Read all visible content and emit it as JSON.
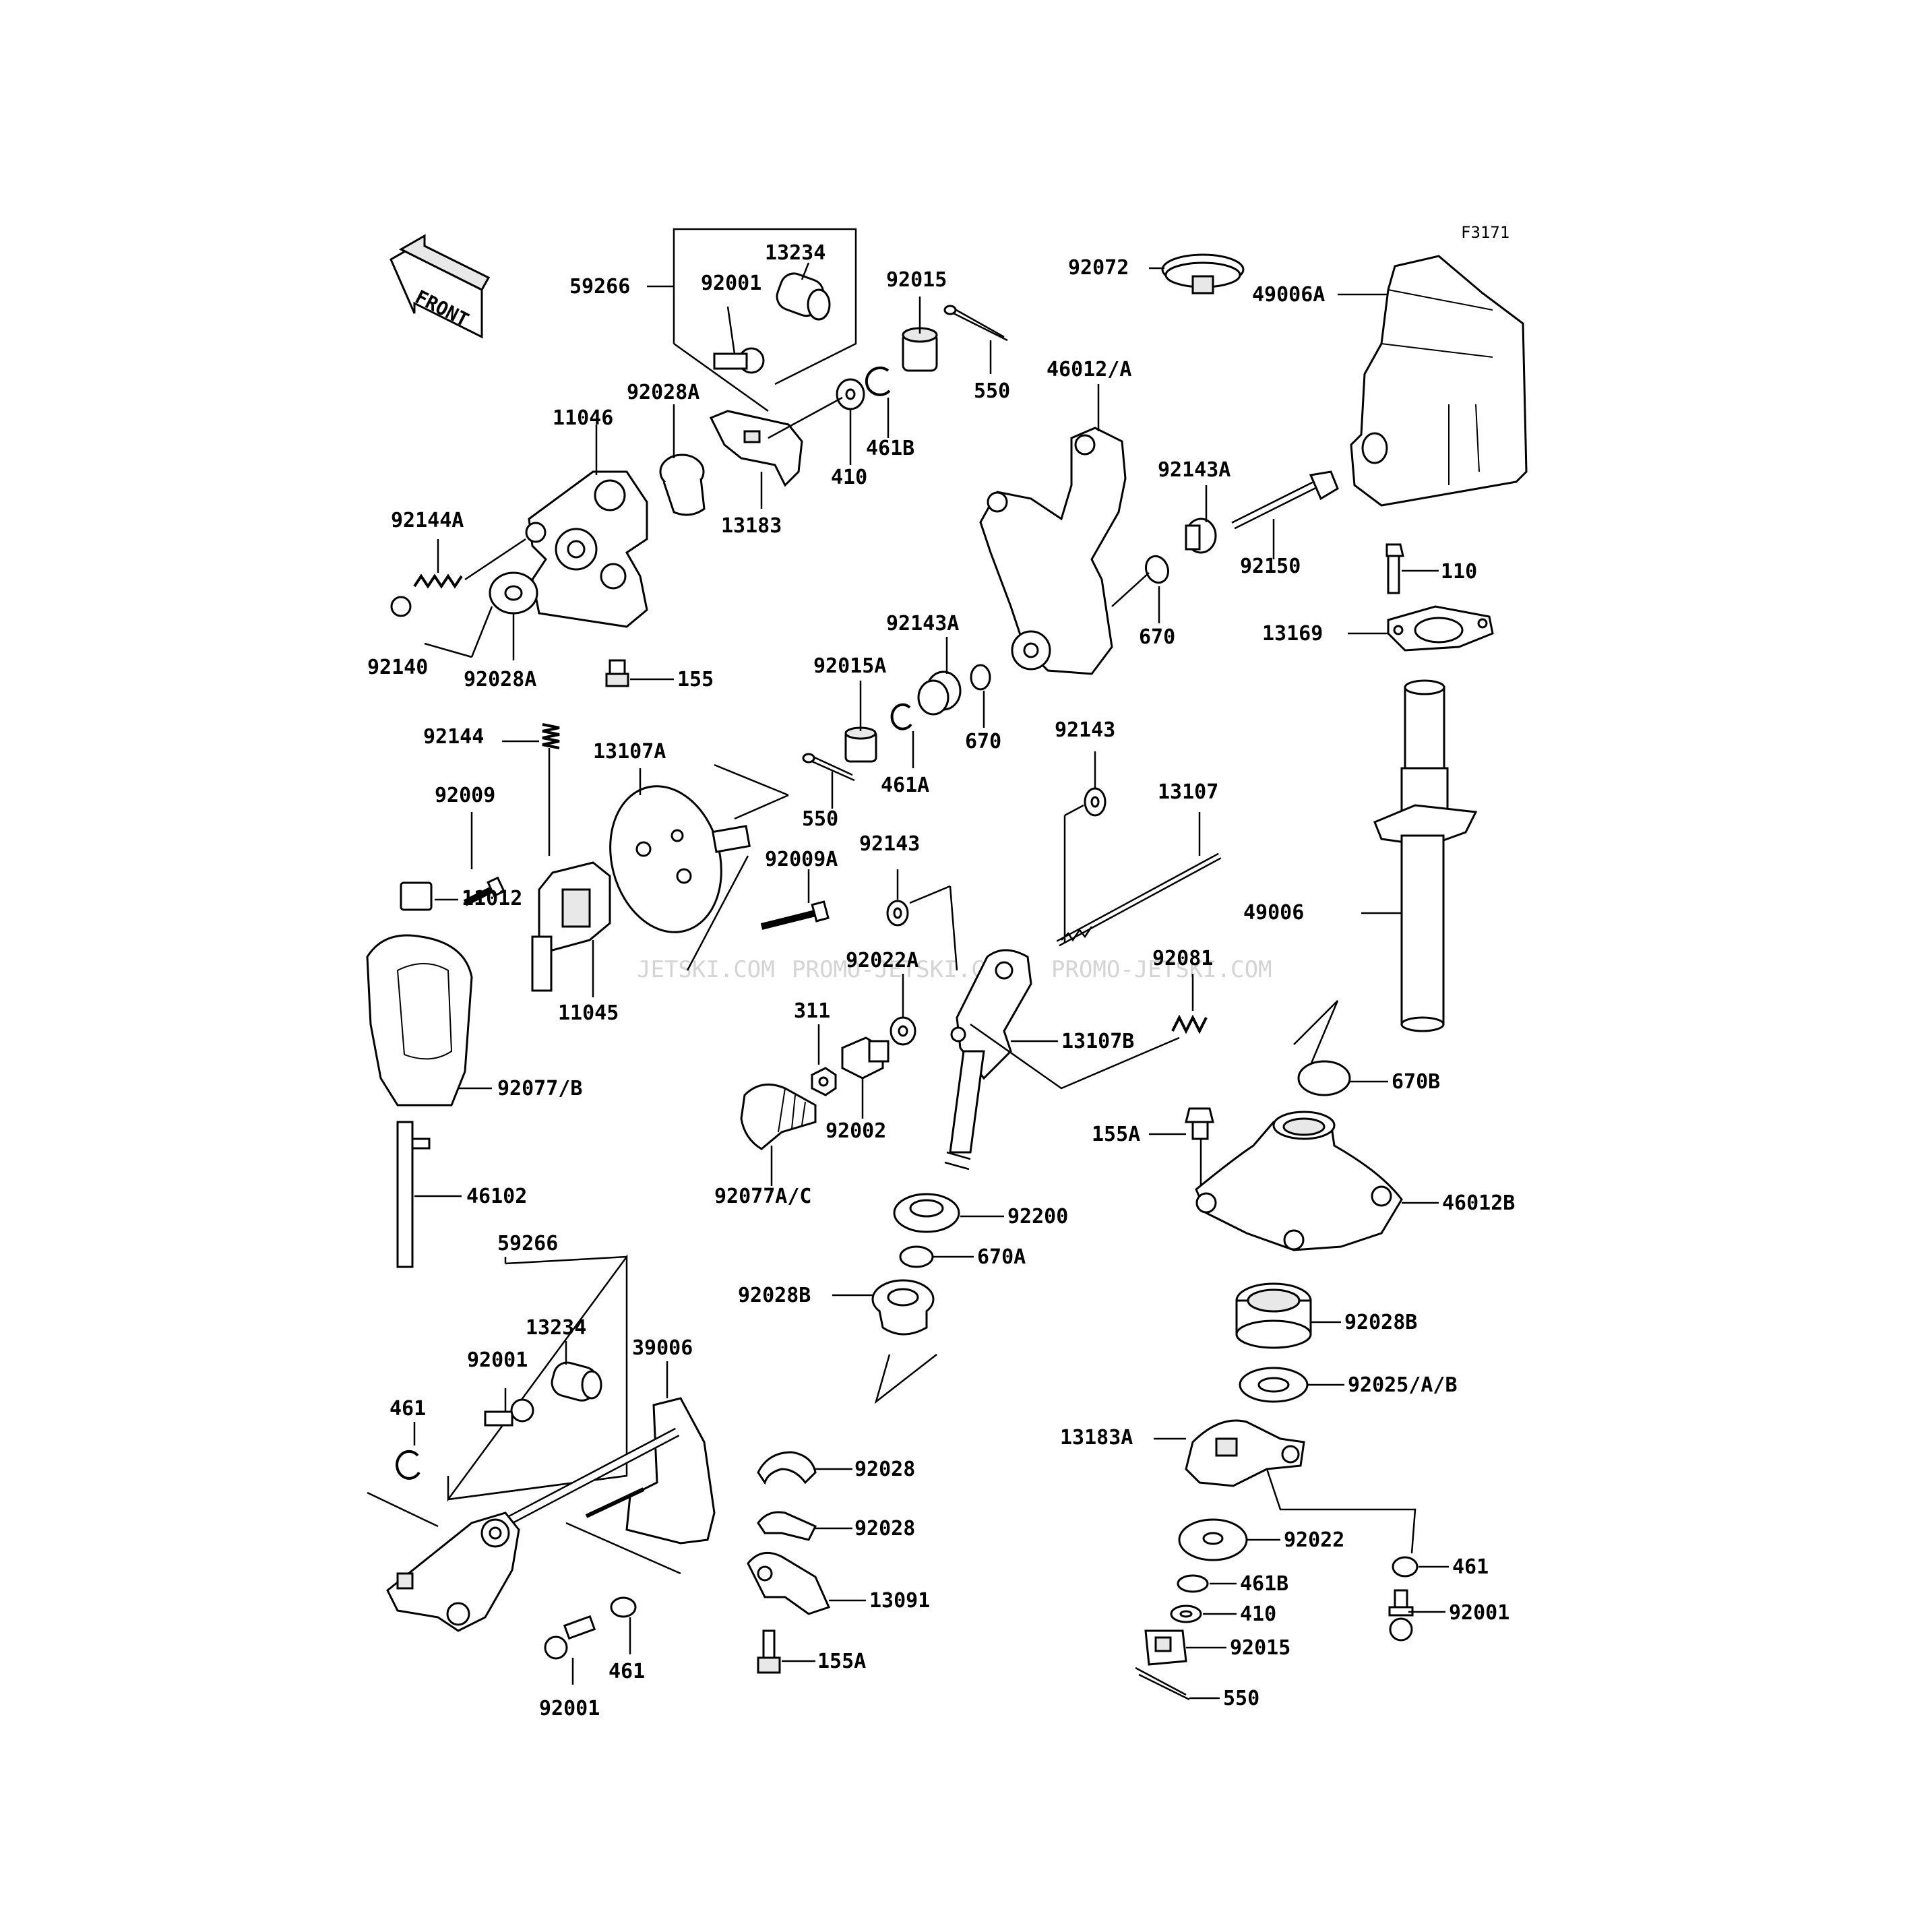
{
  "diagram_code": "F3171",
  "front_label": "FRONT",
  "watermarks": [
    "JETSKI.COM",
    "PROMO-JETSKI.COM",
    "PROMO-JETSKI.COM"
  ],
  "labels": {
    "p59266_top": "59266",
    "p13234_top": "13234",
    "p92001_top": "92001",
    "p92015_top": "92015",
    "p550_top": "550",
    "p92072": "92072",
    "p49006A": "49006A",
    "p92028A_top": "92028A",
    "p11046": "11046",
    "p410_top": "410",
    "p461B_top": "461B",
    "p13183": "13183",
    "p46012A": "46012/A",
    "p92143A_right": "92143A",
    "p92144A": "92144A",
    "p92140": "92140",
    "p92028A_bottom": "92028A",
    "p155": "155",
    "p92150": "92150",
    "p110": "110",
    "p670_right": "670",
    "p13169": "13169",
    "p92143A_mid": "92143A",
    "p92015A": "92015A",
    "p670_mid": "670",
    "p461A": "461A",
    "p92144": "92144",
    "p13107A": "13107A",
    "p550_mid": "550",
    "p92143_upper": "92143",
    "p13107": "13107",
    "p92009": "92009",
    "p92009A": "92009A",
    "p11012": "11012",
    "p92143_lower": "92143",
    "p49006": "49006",
    "p92022A": "92022A",
    "p92081": "92081",
    "p11045": "11045",
    "p311": "311",
    "p13107B": "13107B",
    "p92077B": "92077/B",
    "p670B": "670B",
    "p92002": "92002",
    "p155A_right": "155A",
    "p92077AC": "92077A/C",
    "p46102": "46102",
    "p46012B": "46012B",
    "p92200": "92200",
    "p670A": "670A",
    "p59266_bottom": "59266",
    "p92028B_left": "92028B",
    "p92028B_right": "92028B",
    "p13234_bottom": "13234",
    "p39006": "39006",
    "p92001_mid": "92001",
    "p92025AB": "92025/A/B",
    "p461_left": "461",
    "p13183A": "13183A",
    "p92028_a": "92028",
    "p92028_b": "92028",
    "p92022": "92022",
    "p461B_bottom": "461B",
    "p461_right": "461",
    "p13091": "13091",
    "p410_bottom": "410",
    "p92001_right": "92001",
    "p155A_bottom": "155A",
    "p92015_bottom": "92015",
    "p461_bottom": "461",
    "p550_bottom": "550",
    "p92001_bottom": "92001"
  }
}
